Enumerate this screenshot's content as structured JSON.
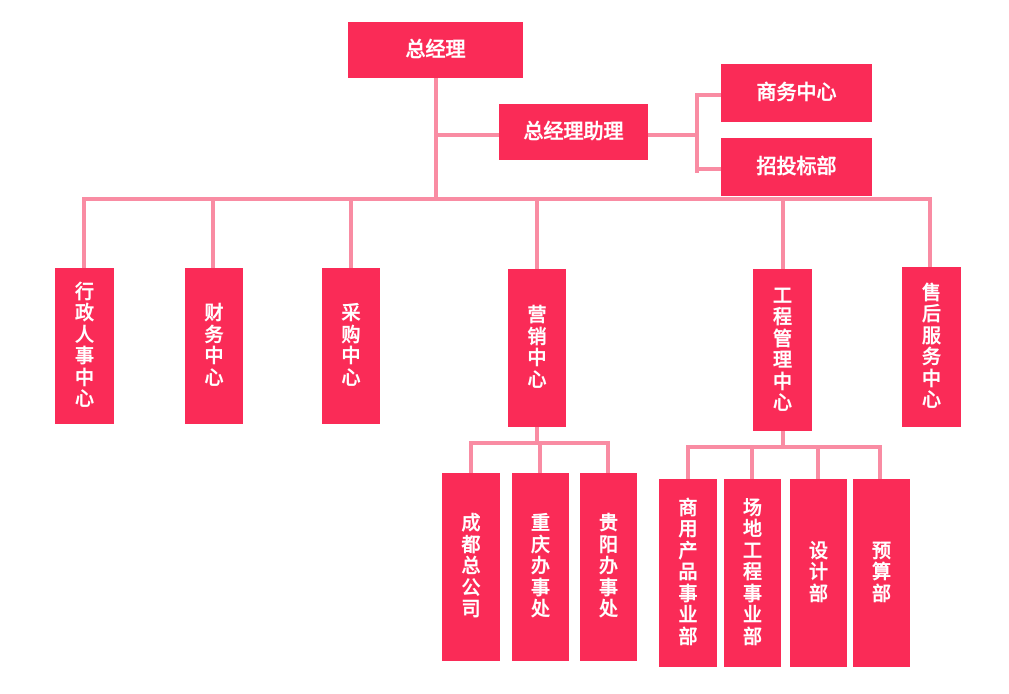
{
  "colors": {
    "node_fill": "#fa2b57",
    "connector": "#f98ca3",
    "node_text": "#ffffff",
    "page_bg": "#ffffff"
  },
  "org": {
    "root": {
      "label": "总经理"
    },
    "assistant": {
      "label": "总经理助理"
    },
    "assistant_children": [
      {
        "label": "商务中心"
      },
      {
        "label": "招投标部"
      }
    ],
    "centers": [
      {
        "label": "行政人事中心"
      },
      {
        "label": "财务中心"
      },
      {
        "label": "采购中心"
      },
      {
        "label": "营销中心"
      },
      {
        "label": "工程管理中心"
      },
      {
        "label": "售后服务中心"
      }
    ],
    "marketing_children": [
      {
        "label": "成都总公司"
      },
      {
        "label": "重庆办事处"
      },
      {
        "label": "贵阳办事处"
      }
    ],
    "engineering_children": [
      {
        "label": "商用产品事业部"
      },
      {
        "label": "场地工程事业部"
      },
      {
        "label": "设计部"
      },
      {
        "label": "预算部"
      }
    ]
  }
}
